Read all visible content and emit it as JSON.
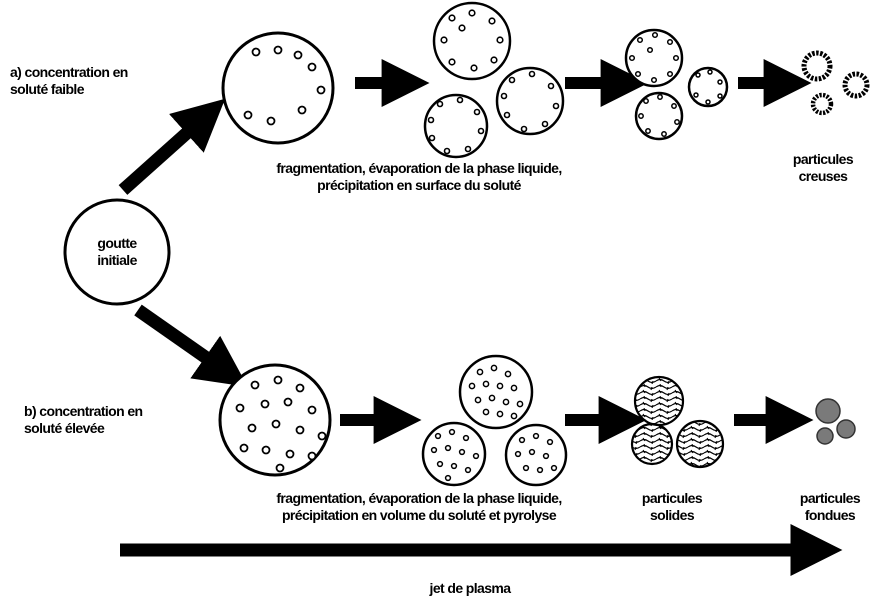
{
  "diagram": {
    "row_a": {
      "label_line1": "a) concentration en",
      "label_line2": "soluté faible",
      "caption_line1": "fragmentation, évaporation de la phase liquide,",
      "caption_line2": "précipitation en surface du soluté",
      "end_label_line1": "particules",
      "end_label_line2": "creuses"
    },
    "start": {
      "label_line1": "goutte",
      "label_line2": "initiale"
    },
    "row_b": {
      "label_line1": "b) concentration en",
      "label_line2": "soluté élevée",
      "caption_line1": "fragmentation, évaporation de la phase liquide,",
      "caption_line2": "précipitation en volume du soluté et pyrolyse",
      "solid_label_line1": "particules",
      "solid_label_line2": "solides",
      "fused_label_line1": "particules",
      "fused_label_line2": "fondues"
    },
    "plasma_label": "jet de plasma"
  },
  "colors": {
    "ink": "#000000",
    "fused_particle": "#7a7a7a"
  }
}
